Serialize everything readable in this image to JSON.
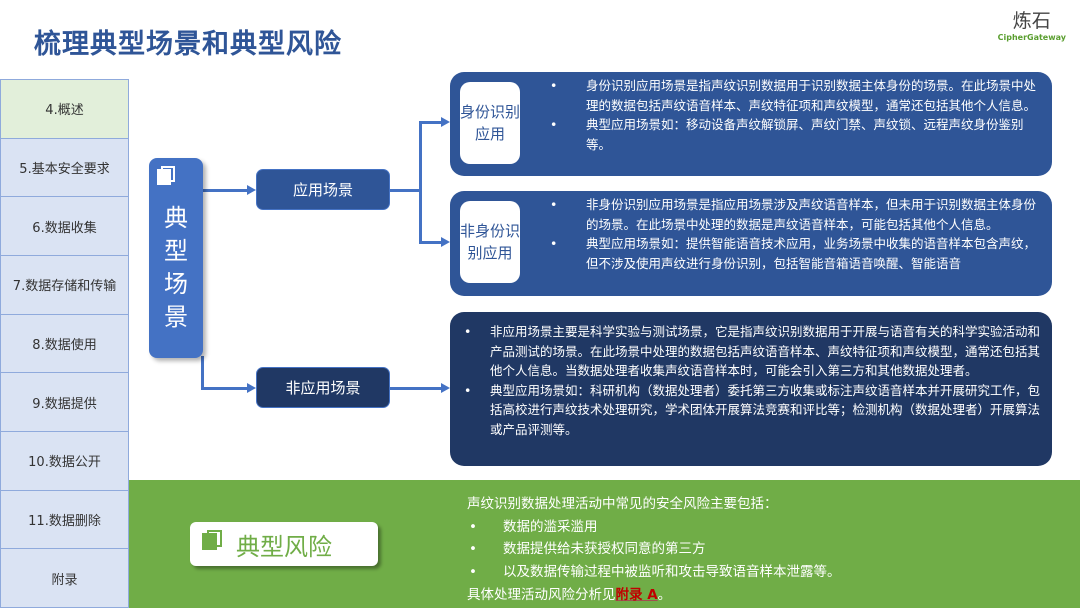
{
  "header": {
    "title": "梳理典型场景和典型风险",
    "logo_cn": "炼石",
    "logo_en": "CipherGateway"
  },
  "sidebar": {
    "items": [
      {
        "label": "4.概述"
      },
      {
        "label": "5.基本安全要求"
      },
      {
        "label": "6.数据收集"
      },
      {
        "label": "7.数据存储和传输"
      },
      {
        "label": "8.数据使用"
      },
      {
        "label": "9.数据提供"
      },
      {
        "label": "10.数据公开"
      },
      {
        "label": "11.数据删除"
      },
      {
        "label": "附录"
      }
    ]
  },
  "diagram": {
    "root": "典型场景",
    "root_chars": [
      "典",
      "型",
      "场",
      "景"
    ],
    "app_node": "应用场景",
    "nonapp_node": "非应用场景",
    "identity": {
      "label": "身份识别应用",
      "bullets": [
        "身份识别应用场景是指声纹识别数据用于识别数据主体身份的场景。在此场景中处理的数据包括声纹语音样本、声纹特征项和声纹模型，通常还包括其他个人信息。",
        "典型应用场景如：移动设备声纹解锁屏、声纹门禁、声纹锁、远程声纹身份鉴别等。"
      ]
    },
    "non_identity": {
      "label": "非身份识别应用",
      "bullets": [
        "非身份识别应用场景是指应用场景涉及声纹语音样本，但未用于识别数据主体身份的场景。在此场景中处理的数据是声纹语音样本，可能包括其他个人信息。",
        "典型应用场景如：提供智能语音技术应用，业务场景中收集的语音样本包含声纹，但不涉及使用声纹进行身份识别，包括智能音箱语音唤醒、智能语音"
      ]
    },
    "non_app": {
      "bullets": [
        "非应用场景主要是科学实验与测试场景，它是指声纹识别数据用于开展与语音有关的科学实验活动和产品测试的场景。在此场景中处理的数据包括声纹语音样本、声纹特征项和声纹模型，通常还包括其他个人信息。当数据处理者收集声纹语音样本时，可能会引入第三方和其他数据处理者。",
        "典型应用场景如：科研机构（数据处理者）委托第三方收集或标注声纹语音样本并开展研究工作，包括高校进行声纹技术处理研究，学术团体开展算法竞赛和评比等；检测机构（数据处理者）开展算法或产品评测等。"
      ]
    }
  },
  "risk": {
    "label": "典型风险",
    "intro": "声纹识别数据处理活动中常见的安全风险主要包括：",
    "bullets": [
      "数据的滥采滥用",
      "数据提供给未获授权同意的第三方",
      "以及数据传输过程中被监听和攻击导致语音样本泄露等。"
    ],
    "footer_prefix": "具体处理活动风险分析见",
    "footer_link": "附录 A",
    "footer_suffix": "。"
  },
  "colors": {
    "primary": "#2f5597",
    "dark": "#203864",
    "green": "#70ad47",
    "accent_red": "#c00000"
  }
}
